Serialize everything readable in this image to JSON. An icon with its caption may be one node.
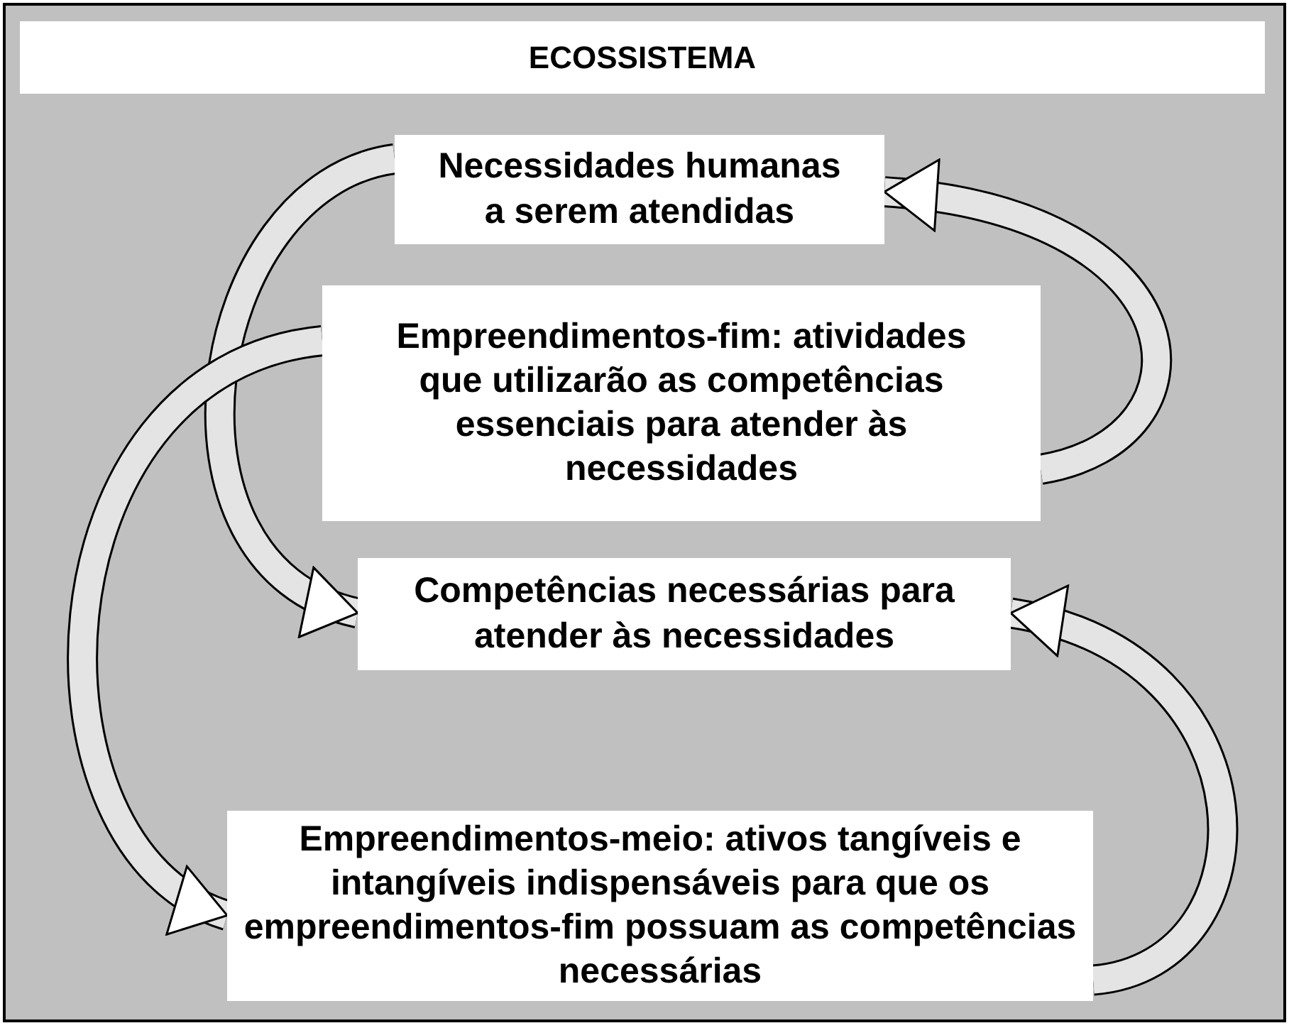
{
  "diagram": {
    "nodes": [
      {
        "text": [
          "ECOSSISTEMA"
        ]
      },
      {
        "text": [
          "Necessidades humanas a serem atendidas"
        ]
      },
      {
        "text": [
          "Empreendimentos-fim: atividades que utilizarão as competências essenciais para atender às necessidades"
        ]
      },
      {
        "text": [
          "Competências necessárias para atender às necessidades"
        ]
      },
      {
        "text": [
          "Empreendimentos-meio: ativos tangíveis e intangíveis indispensáveis para que os empreendimentos-fim possuam as competências necessárias"
        ]
      }
    ],
    "edges": [
      {
        "from": 1,
        "to": 3,
        "arrow": "to"
      },
      {
        "from": 2,
        "to": 1,
        "arrow": "to"
      },
      {
        "from": 2,
        "to": 4,
        "arrow": "to"
      },
      {
        "from": 4,
        "to": 3,
        "arrow": "to"
      }
    ]
  }
}
